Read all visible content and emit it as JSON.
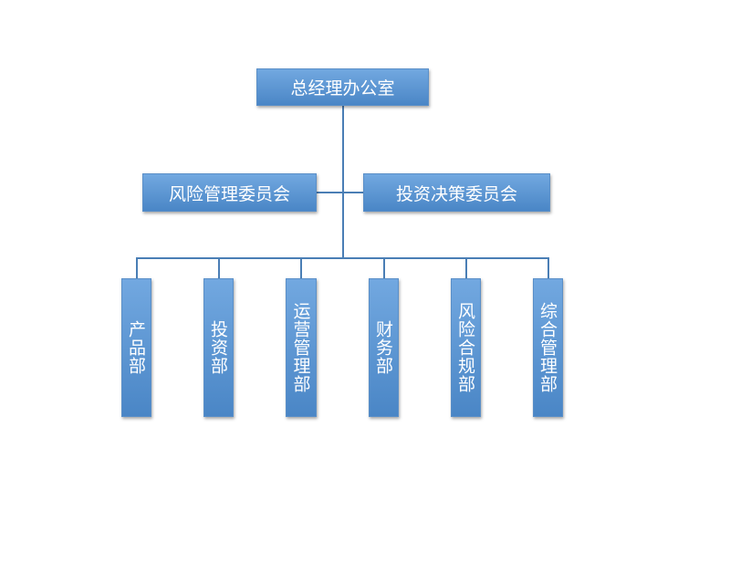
{
  "top": "总经理办公室",
  "committees": [
    "风险管理委员会",
    "投资决策委员会"
  ],
  "departments": [
    "产品部",
    "投资部",
    "运营管理部",
    "财务部",
    "风险合规部",
    "综合管理部"
  ],
  "colors": {
    "box_top": "#72a8e0",
    "box_bottom": "#4a86c6",
    "line": "#4a7eb5"
  }
}
